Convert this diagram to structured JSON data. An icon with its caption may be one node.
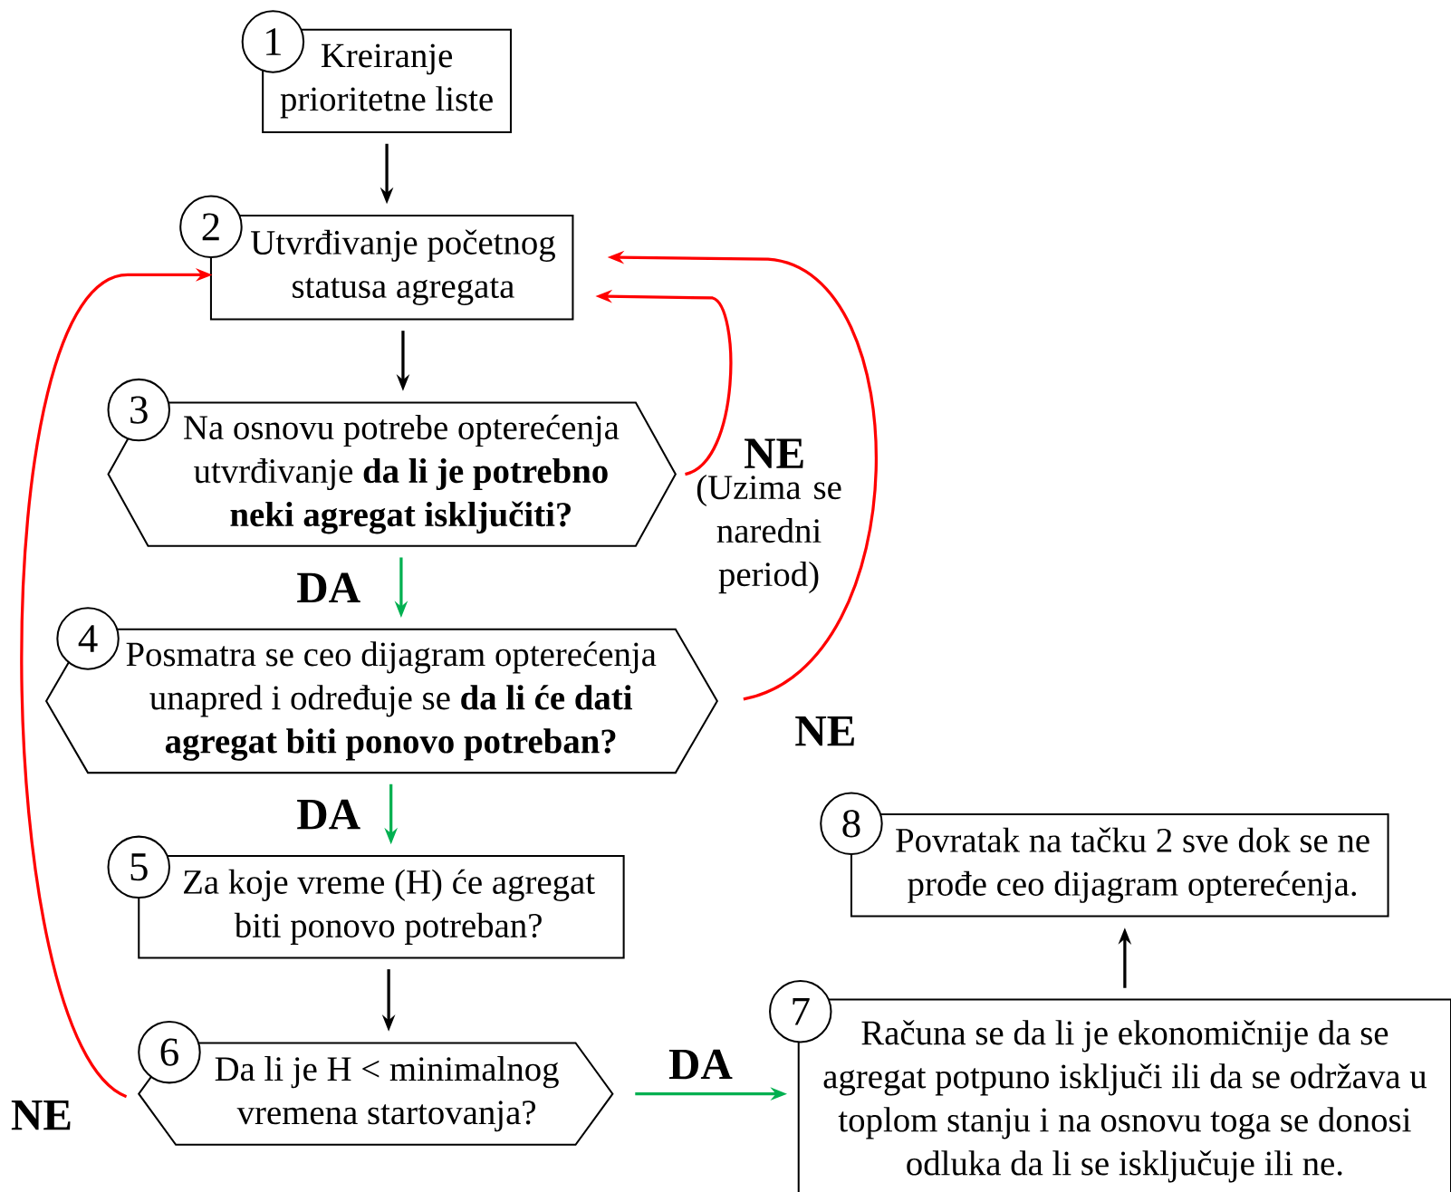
{
  "diagram": {
    "nodes": [
      {
        "text": [
          "1",
          "Kreiranje prioritetne liste"
        ]
      },
      {
        "text": [
          "2",
          "Utvrđivanje početnog statusa agregata"
        ]
      },
      {
        "text": [
          "3",
          "Na osnovu potrebe opterećenja utvrđivanje **da li je potrebno neki agregat isključiti?**"
        ]
      },
      {
        "text": [
          "4",
          "Posmatra se ceo dijagram opterećenja unapred i određuje se **da li će dati agregat biti ponovo potreban?**"
        ]
      },
      {
        "text": [
          "5",
          "Za koje vreme (H) će agregat biti ponovo potreban?"
        ]
      },
      {
        "text": [
          "6",
          "Da li je H < minimalnog vremena startovanja?"
        ]
      },
      {
        "text": [
          "7",
          "Računa se da li je ekonomičnije da se agregat potpuno isključi ili da se održava u toplom stanju i na osnovu toga se donosi odluka da li se isključuje ili ne."
        ]
      },
      {
        "text": [
          "8",
          "Povratak na tačku 2 sve dok se ne prođe ceo dijagram opterećenja."
        ]
      }
    ],
    "edges": [
      {
        "from": 0,
        "to": 1,
        "arrow": "to"
      },
      {
        "from": 1,
        "to": 2,
        "arrow": "to"
      },
      {
        "from": 2,
        "to": 3,
        "arrow": "to",
        "label": "DA",
        "color": "#00b050"
      },
      {
        "from": 3,
        "to": 4,
        "arrow": "to",
        "label": "DA",
        "color": "#00b050"
      },
      {
        "from": 4,
        "to": 5,
        "arrow": "to"
      },
      {
        "from": 5,
        "to": 6,
        "arrow": "to",
        "label": "DA",
        "color": "#00b050"
      },
      {
        "from": 6,
        "to": 7,
        "arrow": "to"
      },
      {
        "from": 2,
        "to": 1,
        "arrow": "to",
        "label": "NE",
        "color": "#ff0000"
      },
      {
        "from": 3,
        "to": 1,
        "arrow": "to",
        "label": "NE",
        "color": "#ff0000"
      },
      {
        "from": 5,
        "to": 1,
        "arrow": "to",
        "label": "NE",
        "color": "#ff0000"
      }
    ],
    "labels": [
      "(Uzima se naredni period)"
    ]
  }
}
